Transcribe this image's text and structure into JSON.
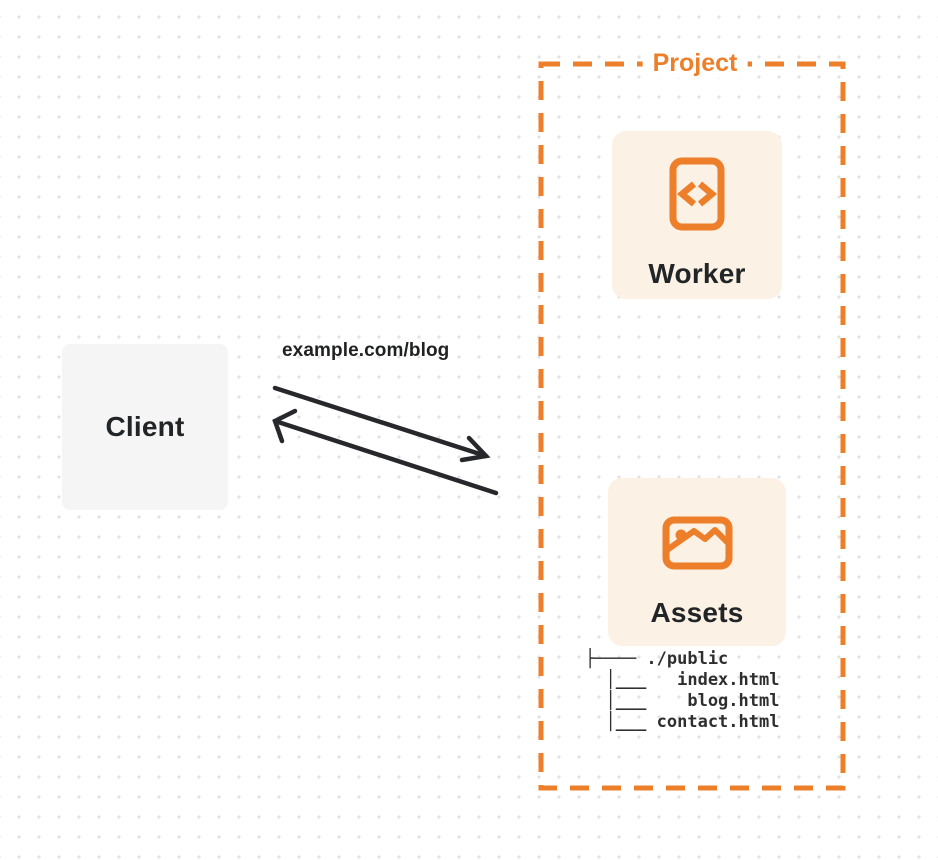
{
  "client": {
    "label": "Client"
  },
  "request": {
    "label": "example.com/blog"
  },
  "project": {
    "label": "Project",
    "worker": {
      "label": "Worker",
      "icon": "code-file-icon"
    },
    "assets": {
      "label": "Assets",
      "icon": "image-icon"
    },
    "file_tree": {
      "lines": [
        "├──── ./public",
        "  │___   index.html",
        "  │___    blog.html",
        "  │___ contact.html"
      ]
    }
  },
  "colors": {
    "accent_orange": "#ed7f2b",
    "card_cream": "#fcf1e5",
    "client_gray": "#f5f5f6",
    "ink": "#26282b",
    "dot_grid": "#e2e2e6"
  }
}
